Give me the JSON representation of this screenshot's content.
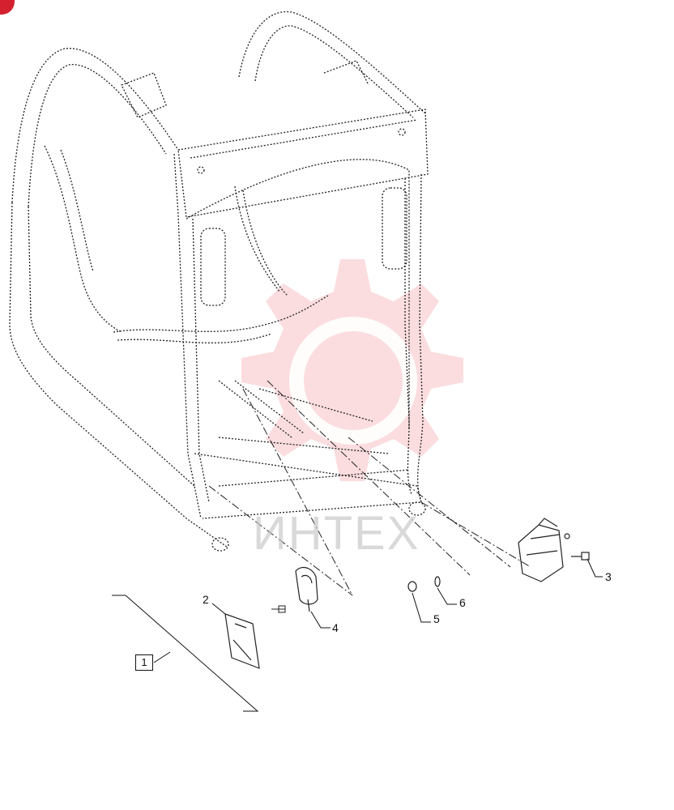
{
  "callouts": {
    "c1": "1",
    "c2": "2",
    "c3": "3",
    "c4": "4",
    "c5": "5",
    "c6": "6"
  },
  "watermark": {
    "text": "ИНТЕХ",
    "color": "#e8434b"
  },
  "corner_badge_color": "#d4202f"
}
